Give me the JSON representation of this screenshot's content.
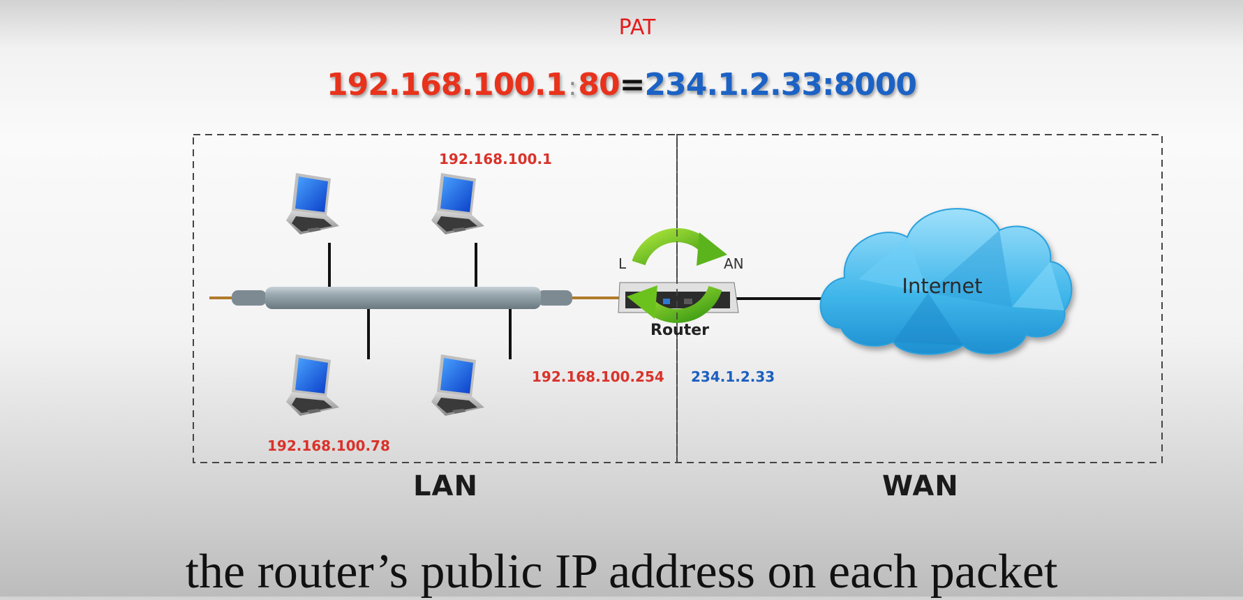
{
  "title": "PAT",
  "mapping": {
    "private_ip": "192.168.100.1",
    "sep": ":",
    "private_port": "80",
    "equals": "=",
    "public": "234.1.2.33:8000"
  },
  "diagram": {
    "hosts": [
      {
        "id": "top-left",
        "ip": ""
      },
      {
        "id": "top-right",
        "ip": "192.168.100.1"
      },
      {
        "id": "bottom-left",
        "ip": "192.168.100.78"
      },
      {
        "id": "bottom-right",
        "ip": ""
      }
    ],
    "router_lan_ip": "192.168.100.254",
    "router_wan_ip": "234.1.2.33",
    "router_label": "Router",
    "router_port_left": "L",
    "router_port_right": "AN",
    "cloud_label": "Internet",
    "lan_label": "LAN",
    "wan_label": "WAN"
  },
  "caption": "the router’s public IP address on each packet",
  "colors": {
    "private": "#e8321c",
    "public": "#1c62c4",
    "cloud": "#3fb6ea",
    "arrow": "#6cc21d"
  }
}
